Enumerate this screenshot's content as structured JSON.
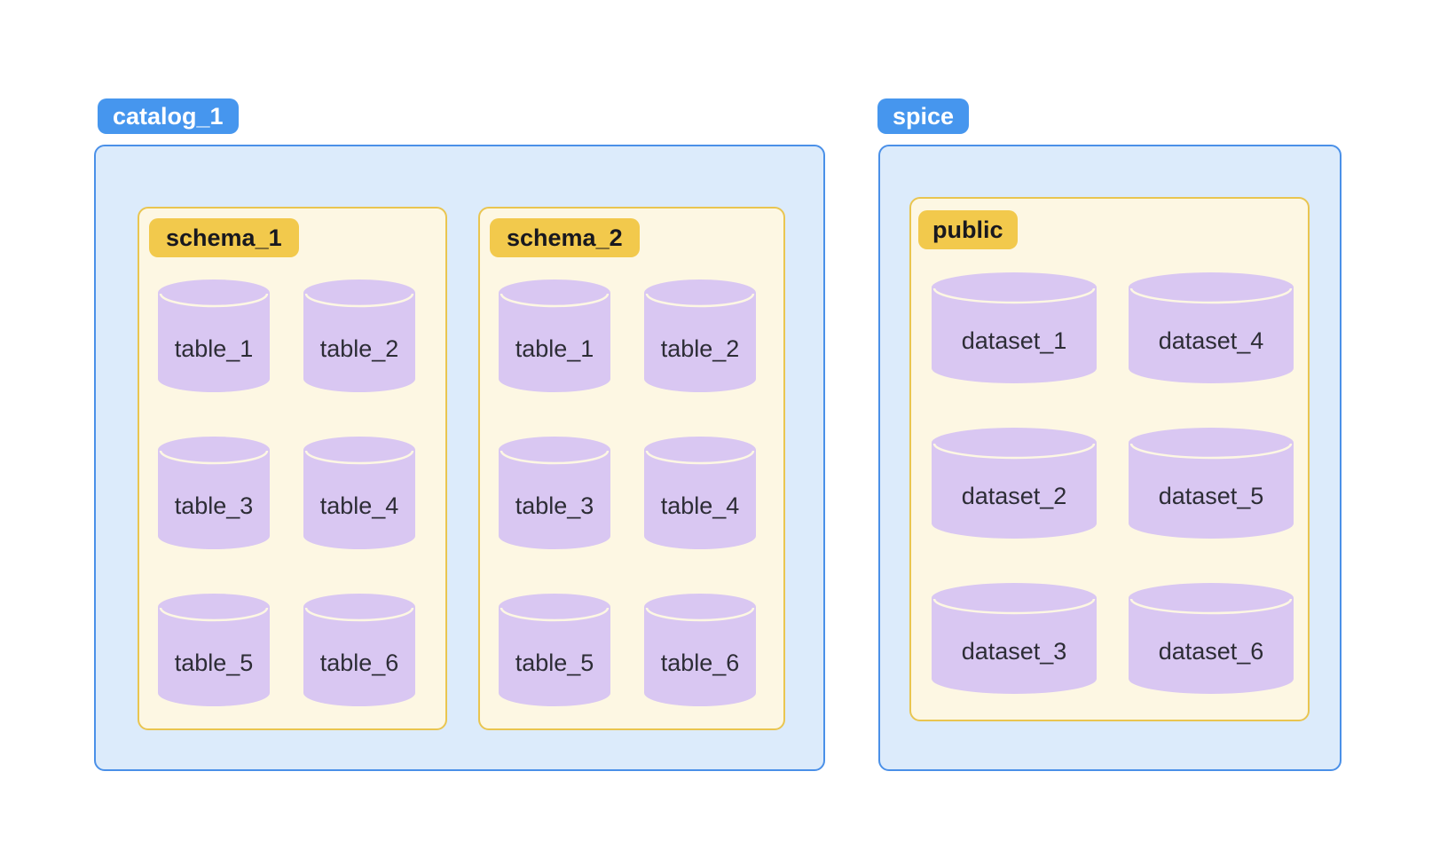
{
  "colors": {
    "catalog_pill_bg": "#4696ee",
    "catalog_pill_text": "#ffffff",
    "catalog_container_bg": "#dcebfb",
    "catalog_container_border": "#4a90e8",
    "schema_box_bg": "#fdf7e3",
    "schema_box_border": "#e9c550",
    "schema_pill_bg": "#f2c94c",
    "schema_pill_text": "#18181f",
    "cylinder_fill": "#d9c7f2",
    "cylinder_text": "#2d2d36"
  },
  "catalog_1": {
    "label": "catalog_1",
    "schemas": [
      {
        "label": "schema_1",
        "tables": [
          "table_1",
          "table_2",
          "table_3",
          "table_4",
          "table_5",
          "table_6"
        ]
      },
      {
        "label": "schema_2",
        "tables": [
          "table_1",
          "table_2",
          "table_3",
          "table_4",
          "table_5",
          "table_6"
        ]
      }
    ]
  },
  "spice": {
    "label": "spice",
    "schemas": [
      {
        "label": "public",
        "datasets": [
          "dataset_1",
          "dataset_4",
          "dataset_2",
          "dataset_5",
          "dataset_3",
          "dataset_6"
        ]
      }
    ]
  }
}
